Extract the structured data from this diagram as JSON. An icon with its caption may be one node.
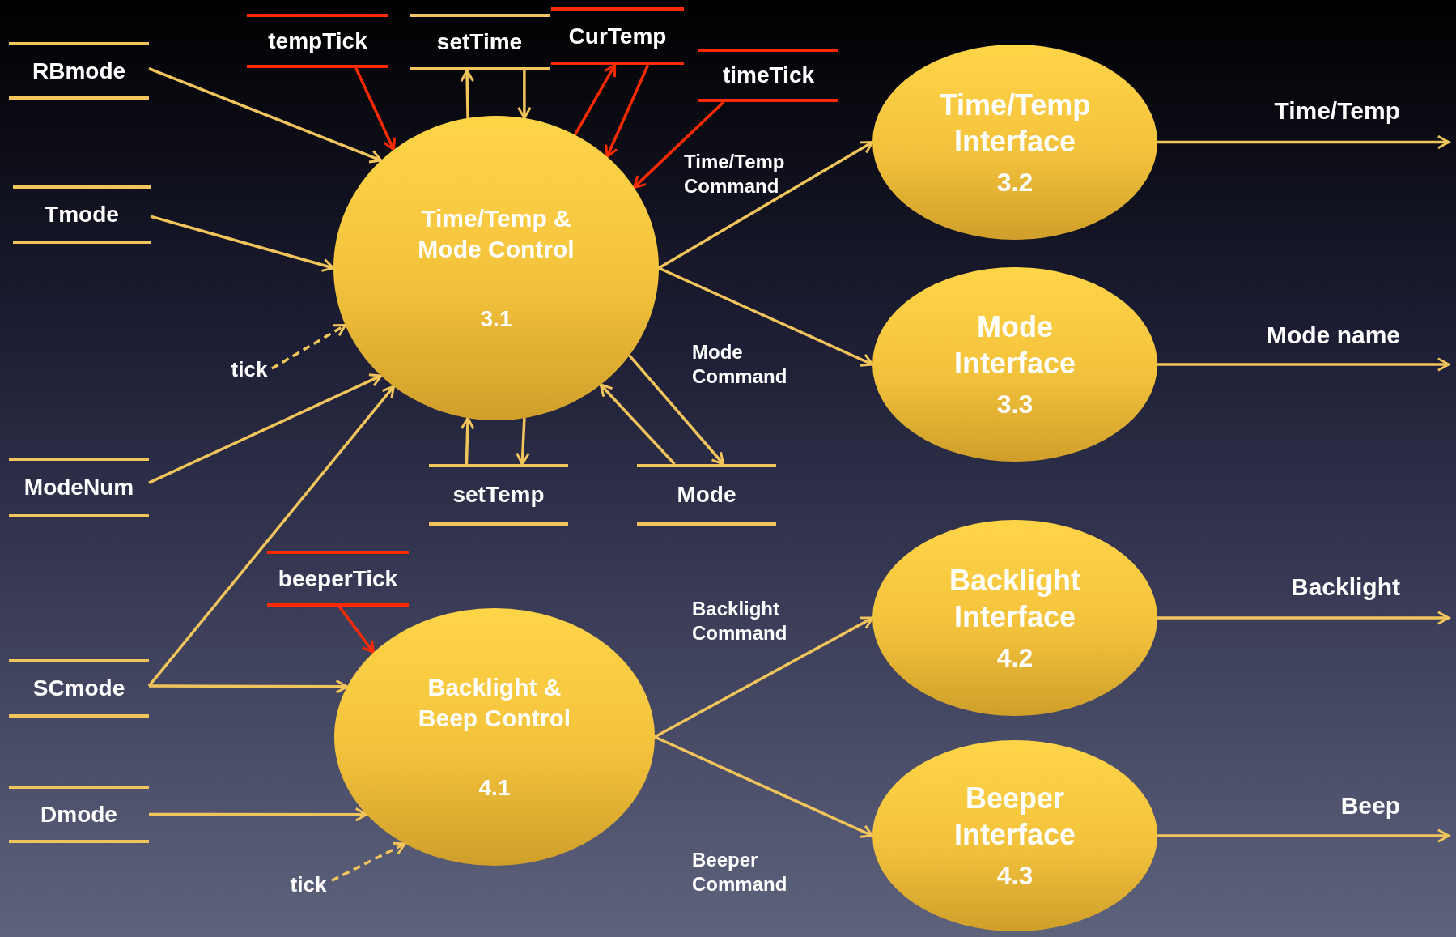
{
  "diagram": {
    "nodes": [
      {
        "text": [
          "RBmode"
        ]
      },
      {
        "text": [
          "tempTick"
        ]
      },
      {
        "text": [
          "setTime"
        ]
      },
      {
        "text": [
          "CurTemp"
        ]
      },
      {
        "text": [
          "timeTick"
        ]
      },
      {
        "text": [
          "Tmode"
        ]
      },
      {
        "text": [
          "Time/Temp & Mode Control",
          "3.1"
        ]
      },
      {
        "text": [
          "Time/Temp Interface",
          "3.2"
        ]
      },
      {
        "text": [
          "Mode Interface",
          "3.3"
        ]
      },
      {
        "text": [
          "tick"
        ]
      },
      {
        "text": [
          "ModeNum"
        ]
      },
      {
        "text": [
          "setTemp"
        ]
      },
      {
        "text": [
          "Mode"
        ]
      },
      {
        "text": [
          "beeperTick"
        ]
      },
      {
        "text": [
          "SCmode"
        ]
      },
      {
        "text": [
          "Backlight & Beep Control",
          "4.1"
        ]
      },
      {
        "text": [
          "Backlight Interface",
          "4.2"
        ]
      },
      {
        "text": [
          "Dmode"
        ]
      },
      {
        "text": [
          "tick"
        ]
      },
      {
        "text": [
          "Beeper Interface",
          "4.3"
        ]
      }
    ],
    "edges": [
      {
        "from": 0,
        "to": 6,
        "arrow": "to"
      },
      {
        "from": 1,
        "to": 6,
        "arrow": "to",
        "color": "#ff2a00"
      },
      {
        "from": 6,
        "to": 2,
        "arrow": "to"
      },
      {
        "from": 2,
        "to": 6,
        "arrow": "to"
      },
      {
        "from": 6,
        "to": 3,
        "arrow": "to",
        "color": "#ff2a00"
      },
      {
        "from": 3,
        "to": 6,
        "arrow": "to",
        "color": "#ff2a00"
      },
      {
        "from": 4,
        "to": 6,
        "arrow": "to",
        "color": "#ff2a00"
      },
      {
        "from": 5,
        "to": 6,
        "arrow": "to"
      },
      {
        "from": 9,
        "to": 6,
        "arrow": "to",
        "style": "dashed"
      },
      {
        "from": 10,
        "to": 6,
        "arrow": "to"
      },
      {
        "from": 14,
        "to": 6,
        "arrow": "to"
      },
      {
        "from": 11,
        "to": 6,
        "arrow": "to"
      },
      {
        "from": 6,
        "to": 11,
        "arrow": "to"
      },
      {
        "from": 12,
        "to": 6,
        "arrow": "to"
      },
      {
        "from": 6,
        "to": 12,
        "arrow": "to"
      },
      {
        "from": 6,
        "to": 7,
        "arrow": "to",
        "label": "Time/Temp Command"
      },
      {
        "from": 6,
        "to": 8,
        "arrow": "to",
        "label": "Mode Command"
      },
      {
        "from": 7,
        "to": null,
        "arrow": "to",
        "label": "Time/Temp"
      },
      {
        "from": 8,
        "to": null,
        "arrow": "to",
        "label": "Mode name"
      },
      {
        "from": 13,
        "to": 15,
        "arrow": "to",
        "color": "#ff2a00"
      },
      {
        "from": 14,
        "to": 15,
        "arrow": "to"
      },
      {
        "from": 17,
        "to": 15,
        "arrow": "to"
      },
      {
        "from": 18,
        "to": 15,
        "arrow": "to",
        "style": "dashed"
      },
      {
        "from": 15,
        "to": 16,
        "arrow": "to",
        "label": "Backlight Command"
      },
      {
        "from": 15,
        "to": 19,
        "arrow": "to",
        "label": "Beeper Command"
      },
      {
        "from": 16,
        "to": null,
        "arrow": "to",
        "label": "Backlight"
      },
      {
        "from": 19,
        "to": null,
        "arrow": "to",
        "label": "Beep"
      }
    ]
  }
}
